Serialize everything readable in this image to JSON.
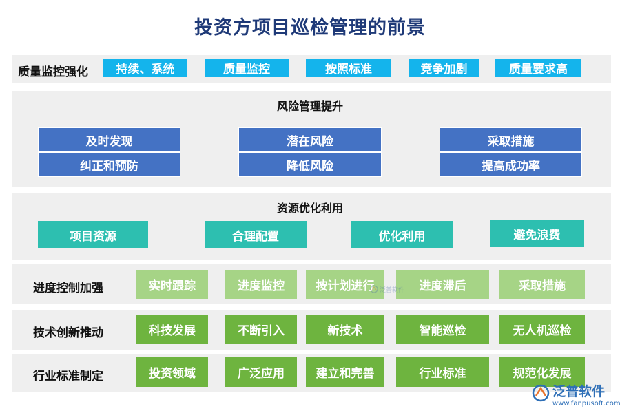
{
  "title": "投资方项目巡检管理的前景",
  "quality": {
    "label": "质量监控强化",
    "items": [
      "持续、系统",
      "质量监控",
      "按照标准",
      "竞争加剧",
      "质量要求高"
    ]
  },
  "risk": {
    "label": "风险管理提升",
    "items": [
      "及时发现",
      "潜在风险",
      "采取措施",
      "纠正和预防",
      "降低风险",
      "提高成功率"
    ]
  },
  "resource": {
    "label": "资源优化利用",
    "items": [
      "项目资源",
      "合理配置",
      "优化利用",
      "避免浪费"
    ]
  },
  "progress": {
    "label": "进度控制加强",
    "items": [
      "实时跟踪",
      "进度监控",
      "按计划进行",
      "进度滞后",
      "采取措施"
    ]
  },
  "tech": {
    "label": "技术创新推动",
    "items": [
      "科技发展",
      "不断引入",
      "新技术",
      "智能巡检",
      "无人机巡检"
    ]
  },
  "industry": {
    "label": "行业标准制定",
    "items": [
      "投资领域",
      "广泛应用",
      "建立和完善",
      "行业标准",
      "规范化发展"
    ]
  },
  "watermark": {
    "mid": "泛普软件",
    "brand": "泛普软件",
    "url": "www.fanpusoft.com"
  },
  "colors": {
    "title": "#1f3a78",
    "cyan": "#14b4ec",
    "blue": "#4472c4",
    "teal": "#2dbfb0",
    "light_green": "#a6d486",
    "green": "#6eb43f",
    "panel": "#efefef"
  }
}
